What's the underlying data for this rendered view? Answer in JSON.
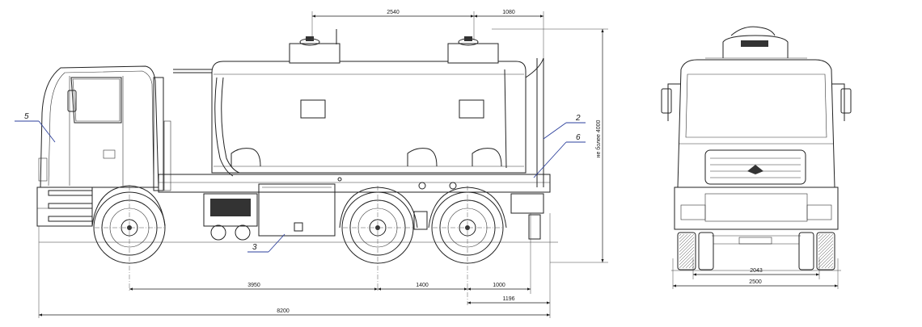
{
  "dimensions": {
    "tank_length": "2540",
    "rear_overhang_top": "1080",
    "wheelbase_front": "3950",
    "tandem_spacing": "1400",
    "rear_axle_to_end": "1000",
    "rear_overhang": "1196",
    "overall_length": "8200",
    "overall_height": "не более 4000",
    "track_width": "2043",
    "overall_width": "2500"
  },
  "callouts": {
    "c2": "2",
    "c3": "3",
    "c5": "5",
    "c6": "6"
  },
  "colors": {
    "lines": "#222222",
    "callout_leaders": "#2b3f9c",
    "background": "#ffffff"
  }
}
